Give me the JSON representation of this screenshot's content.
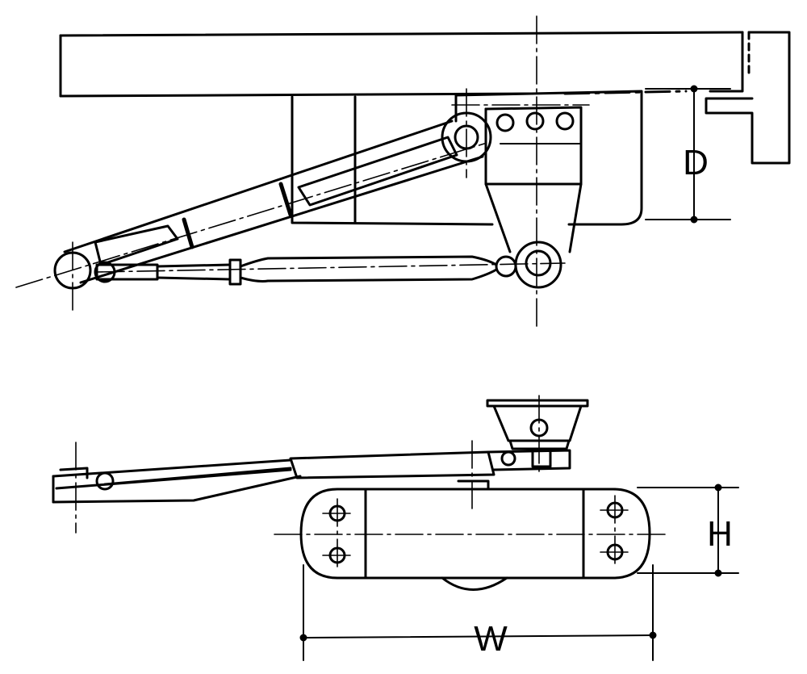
{
  "diagram": {
    "labels": {
      "depth": "D",
      "height": "H",
      "width": "W"
    },
    "colors": {
      "line": "#000000",
      "background": "#ffffff"
    }
  }
}
